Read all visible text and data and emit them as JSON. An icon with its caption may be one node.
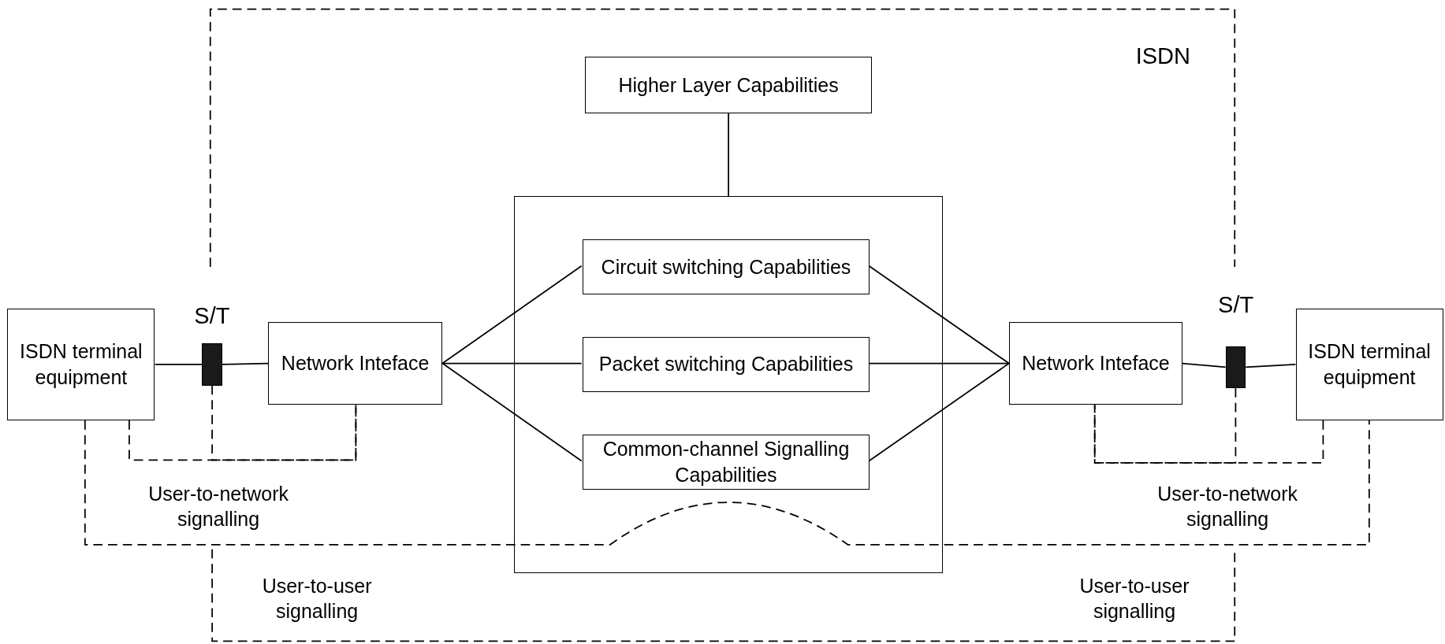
{
  "diagram": {
    "nodes": [
      {
        "text": [
          "Higher Layer Capabilities"
        ]
      },
      {
        "text": [
          "ISDN terminal equipment"
        ]
      },
      {
        "text": [
          "S/T"
        ]
      },
      {
        "text": [
          "Network Inteface"
        ]
      },
      {
        "text": [],
        "shape": "box"
      },
      {
        "text": [
          "Circuit switching Capabilities"
        ],
        "in": 4
      },
      {
        "text": [
          "Packet switching Capabilities"
        ],
        "in": 4
      },
      {
        "text": [
          "Common-channel Signalling Capabilities"
        ],
        "in": 4
      },
      {
        "text": [
          "Network Inteface"
        ]
      },
      {
        "text": [
          "S/T"
        ]
      },
      {
        "text": [
          "ISDN terminal equipment"
        ]
      }
    ],
    "edges": [
      {
        "from": 0,
        "to": 4,
        "arrow": "none"
      },
      {
        "from": 1,
        "to": 2,
        "arrow": "none"
      },
      {
        "from": 2,
        "to": 3,
        "arrow": "none"
      },
      {
        "from": 3,
        "to": 5,
        "arrow": "none"
      },
      {
        "from": 3,
        "to": 6,
        "arrow": "none"
      },
      {
        "from": 3,
        "to": 7,
        "arrow": "none"
      },
      {
        "from": 5,
        "to": 8,
        "arrow": "none"
      },
      {
        "from": 6,
        "to": 8,
        "arrow": "none"
      },
      {
        "from": 7,
        "to": 8,
        "arrow": "none"
      },
      {
        "from": 8,
        "to": 9,
        "arrow": "none"
      },
      {
        "from": 9,
        "to": 10,
        "arrow": "none"
      },
      {
        "from": 1,
        "to": 3,
        "arrow": "none",
        "style": "dashed",
        "label": "User-to-network signalling"
      },
      {
        "from": 2,
        "to": 3,
        "arrow": "none",
        "style": "dashed"
      },
      {
        "from": 10,
        "to": 8,
        "arrow": "none",
        "style": "dashed",
        "label": "User-to-network signalling"
      },
      {
        "from": 9,
        "to": 8,
        "arrow": "none",
        "style": "dashed"
      },
      {
        "from": 1,
        "to": 10,
        "arrow": "none",
        "style": "dashed"
      }
    ],
    "labels": [
      "ISDN",
      "User-to-user signalling",
      "User-to-user signalling"
    ]
  }
}
